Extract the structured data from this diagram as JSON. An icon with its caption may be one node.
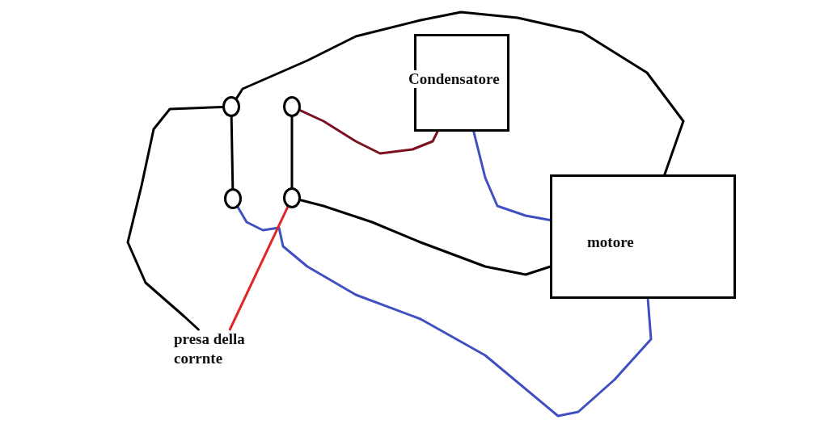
{
  "diagram": {
    "nodes": [
      {
        "text": [
          "Condensatore"
        ]
      },
      {
        "text": [],
        "shape": "circle"
      },
      {
        "text": [],
        "shape": "circle"
      },
      {
        "text": [],
        "shape": "circle"
      },
      {
        "text": [],
        "shape": "circle"
      },
      {
        "text": [
          "motore"
        ]
      },
      {
        "text": [
          "presa della corrnte"
        ]
      }
    ],
    "edges": [
      {
        "from": 1,
        "to": 5,
        "arrow": "none"
      },
      {
        "from": 1,
        "to": 6,
        "arrow": "none"
      },
      {
        "from": 1,
        "to": 3,
        "arrow": "none"
      },
      {
        "from": 2,
        "to": 4,
        "arrow": "none"
      },
      {
        "from": 2,
        "to": 0,
        "arrow": "none",
        "color": "#7b1020"
      },
      {
        "from": 0,
        "to": 5,
        "arrow": "none",
        "color": "#4050c0"
      },
      {
        "from": 4,
        "to": 5,
        "arrow": "none"
      },
      {
        "from": 3,
        "to": 5,
        "arrow": "none",
        "color": "#4050c0"
      },
      {
        "from": 6,
        "to": 4,
        "arrow": "none",
        "color": "#e02828"
      }
    ]
  }
}
